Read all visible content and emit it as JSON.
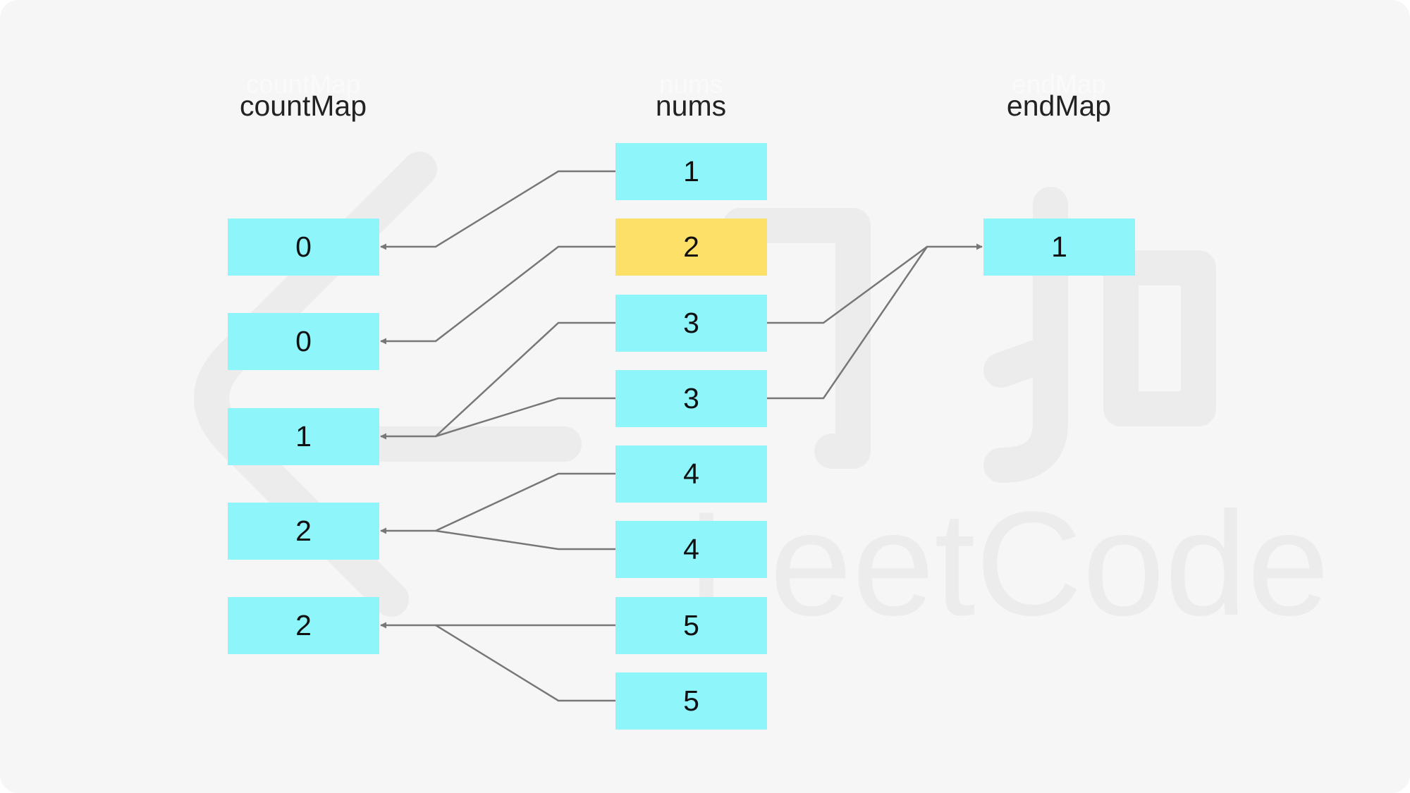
{
  "columns": {
    "countMap": {
      "title": "countMap",
      "values": [
        "0",
        "0",
        "1",
        "2",
        "2"
      ]
    },
    "nums": {
      "title": "nums",
      "values": [
        "1",
        "2",
        "3",
        "3",
        "4",
        "4",
        "5",
        "5"
      ],
      "highlight_index": 1
    },
    "endMap": {
      "title": "endMap",
      "values": [
        "1"
      ]
    }
  },
  "watermark": {
    "text": "LeetCode"
  },
  "colors": {
    "cell": "#8ef5fb",
    "highlight": "#fde068",
    "arrow": "#777777",
    "background": "#f6f6f6"
  }
}
